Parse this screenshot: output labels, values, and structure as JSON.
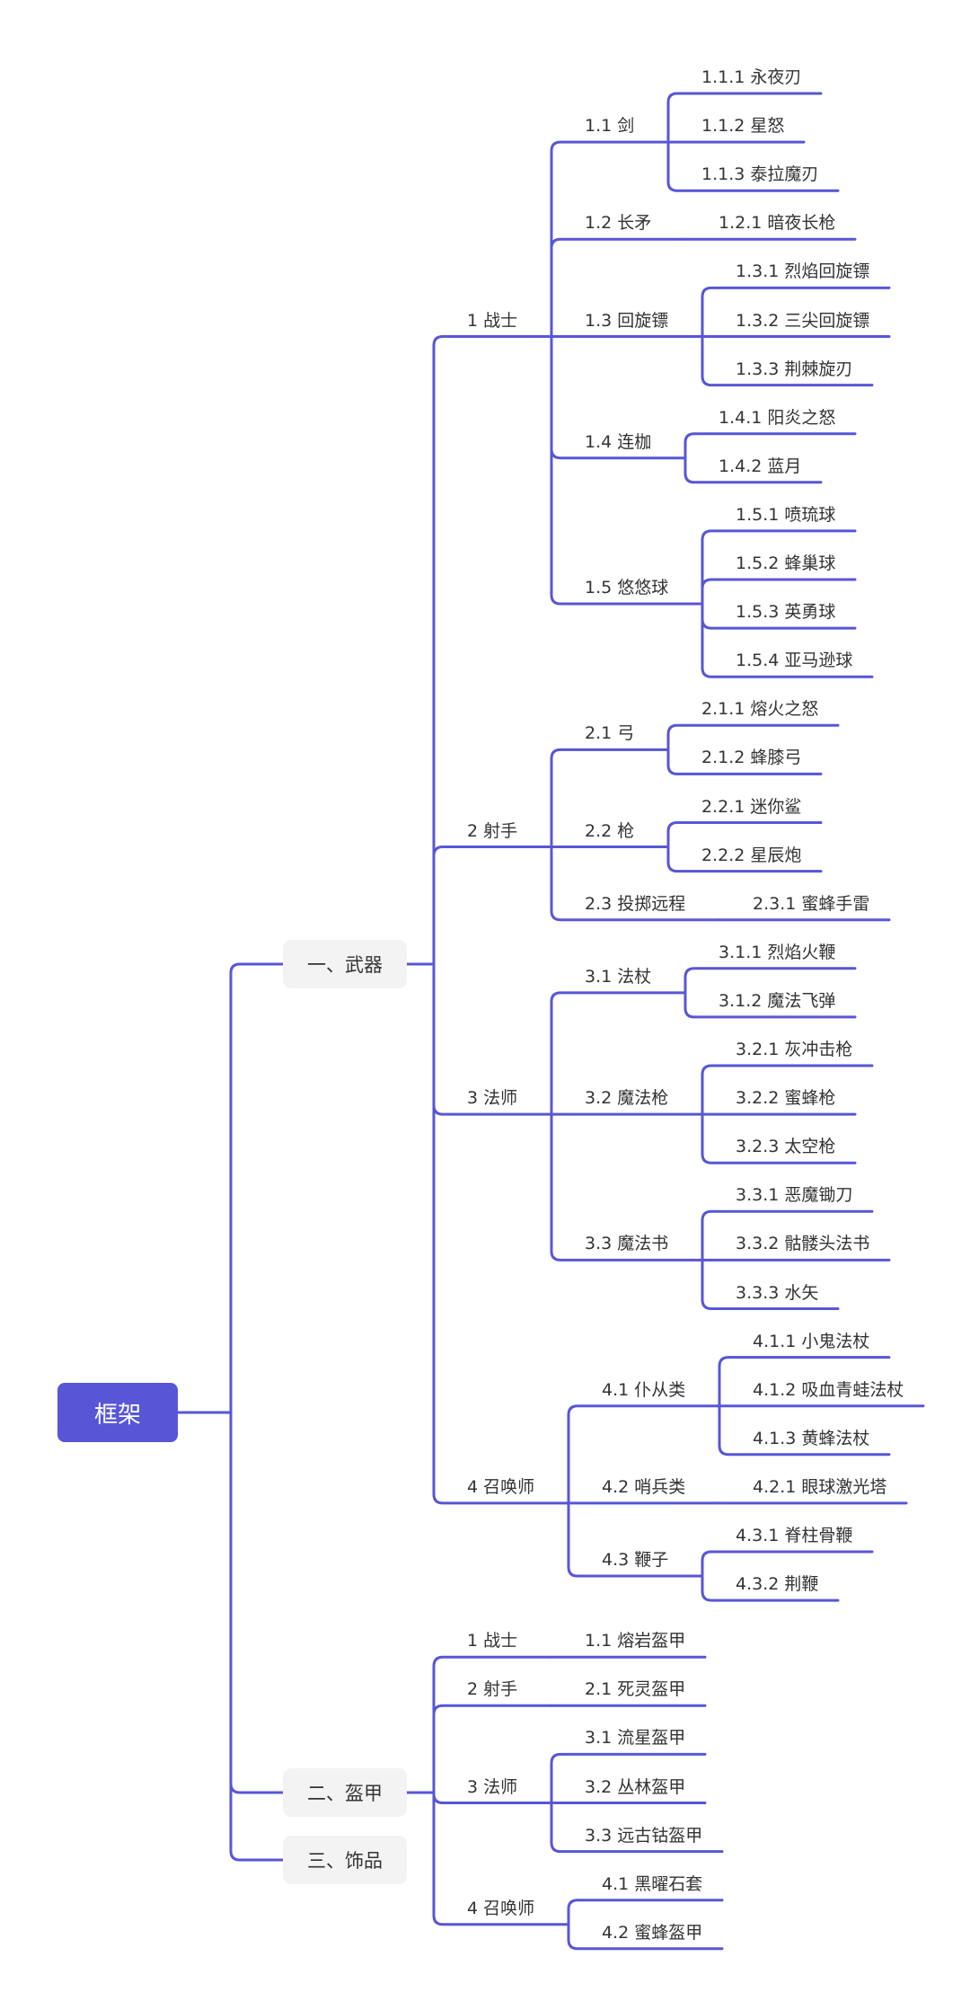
{
  "line_color": "#5856d6",
  "root": {
    "label": "框架",
    "children": [
      {
        "label": "一、武器",
        "children": [
          {
            "label": "1 战士",
            "children": [
              {
                "label": "1.1 剑",
                "children": [
                  {
                    "label": "1.1.1 永夜刃"
                  },
                  {
                    "label": "1.1.2 星怒"
                  },
                  {
                    "label": "1.1.3 泰拉魔刃"
                  }
                ]
              },
              {
                "label": "1.2 长矛",
                "children": [
                  {
                    "label": "1.2.1 暗夜长枪"
                  }
                ]
              },
              {
                "label": "1.3 回旋镖",
                "children": [
                  {
                    "label": "1.3.1 烈焰回旋镖"
                  },
                  {
                    "label": "1.3.2 三尖回旋镖"
                  },
                  {
                    "label": "1.3.3 荆棘旋刃"
                  }
                ]
              },
              {
                "label": "1.4 连枷",
                "children": [
                  {
                    "label": "1.4.1 阳炎之怒"
                  },
                  {
                    "label": "1.4.2 蓝月"
                  }
                ]
              },
              {
                "label": "1.5 悠悠球",
                "children": [
                  {
                    "label": "1.5.1 喷琉球"
                  },
                  {
                    "label": "1.5.2 蜂巢球"
                  },
                  {
                    "label": "1.5.3 英勇球"
                  },
                  {
                    "label": "1.5.4 亚马逊球"
                  }
                ]
              }
            ]
          },
          {
            "label": "2 射手",
            "children": [
              {
                "label": "2.1 弓",
                "children": [
                  {
                    "label": "2.1.1 熔火之怒"
                  },
                  {
                    "label": "2.1.2 蜂膝弓"
                  }
                ]
              },
              {
                "label": "2.2 枪",
                "children": [
                  {
                    "label": "2.2.1 迷你鲨"
                  },
                  {
                    "label": "2.2.2 星辰炮"
                  }
                ]
              },
              {
                "label": "2.3 投掷远程",
                "children": [
                  {
                    "label": "2.3.1 蜜蜂手雷"
                  }
                ]
              }
            ]
          },
          {
            "label": "3 法师",
            "children": [
              {
                "label": "3.1 法杖",
                "children": [
                  {
                    "label": "3.1.1 烈焰火鞭"
                  },
                  {
                    "label": "3.1.2 魔法飞弹"
                  }
                ]
              },
              {
                "label": "3.2 魔法枪",
                "children": [
                  {
                    "label": "3.2.1 灰冲击枪"
                  },
                  {
                    "label": "3.2.2 蜜蜂枪"
                  },
                  {
                    "label": "3.2.3 太空枪"
                  }
                ]
              },
              {
                "label": "3.3 魔法书",
                "children": [
                  {
                    "label": "3.3.1 恶魔锄刀"
                  },
                  {
                    "label": "3.3.2 骷髅头法书"
                  },
                  {
                    "label": "3.3.3 水矢"
                  }
                ]
              }
            ]
          },
          {
            "label": "4 召唤师",
            "children": [
              {
                "label": "4.1 仆从类",
                "children": [
                  {
                    "label": "4.1.1 小鬼法杖"
                  },
                  {
                    "label": "4.1.2 吸血青蛙法杖"
                  },
                  {
                    "label": "4.1.3 黄蜂法杖"
                  }
                ]
              },
              {
                "label": "4.2 哨兵类",
                "children": [
                  {
                    "label": "4.2.1 眼球激光塔"
                  }
                ]
              },
              {
                "label": "4.3 鞭子",
                "children": [
                  {
                    "label": "4.3.1 脊柱骨鞭"
                  },
                  {
                    "label": "4.3.2 荆鞭"
                  }
                ]
              }
            ]
          }
        ]
      },
      {
        "label": "二、盔甲",
        "children": [
          {
            "label": "1 战士",
            "children": [
              {
                "label": "1.1 熔岩盔甲"
              }
            ]
          },
          {
            "label": "2 射手",
            "children": [
              {
                "label": "2.1 死灵盔甲"
              }
            ]
          },
          {
            "label": "3 法师",
            "children": [
              {
                "label": "3.1 流星盔甲"
              },
              {
                "label": "3.2 丛林盔甲"
              },
              {
                "label": "3.3 远古钴盔甲"
              }
            ]
          },
          {
            "label": "4 召唤师",
            "children": [
              {
                "label": "4.1 黑曜石套"
              },
              {
                "label": "4.2 蜜蜂盔甲"
              }
            ]
          }
        ]
      },
      {
        "label": "三、饰品",
        "children": []
      }
    ]
  }
}
